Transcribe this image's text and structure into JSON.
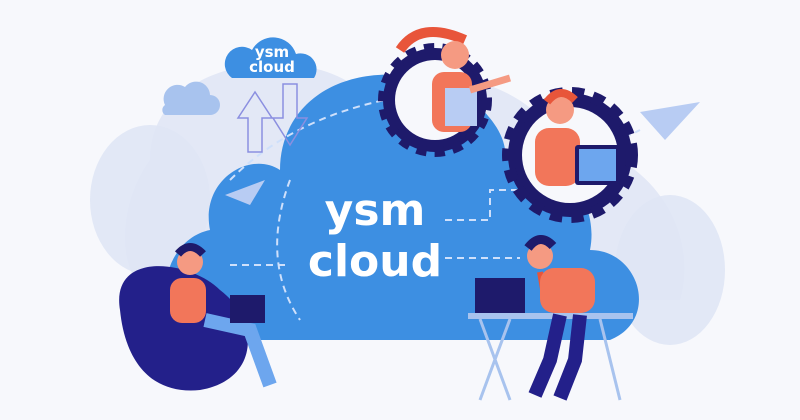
{
  "illustration": {
    "main_logo": {
      "line1": "ysm",
      "line2": "cloud"
    },
    "small_logo": {
      "line1": "ysm",
      "line2": "cloud"
    }
  },
  "colors": {
    "background": "#f7f8fc",
    "main_cloud": "#3d8fe2",
    "light_blob": "#e3e8f6",
    "gear": "#1e1a6b",
    "skin_accent": "#f2765a",
    "hair": "#e8553a",
    "beanbag": "#23208a"
  }
}
